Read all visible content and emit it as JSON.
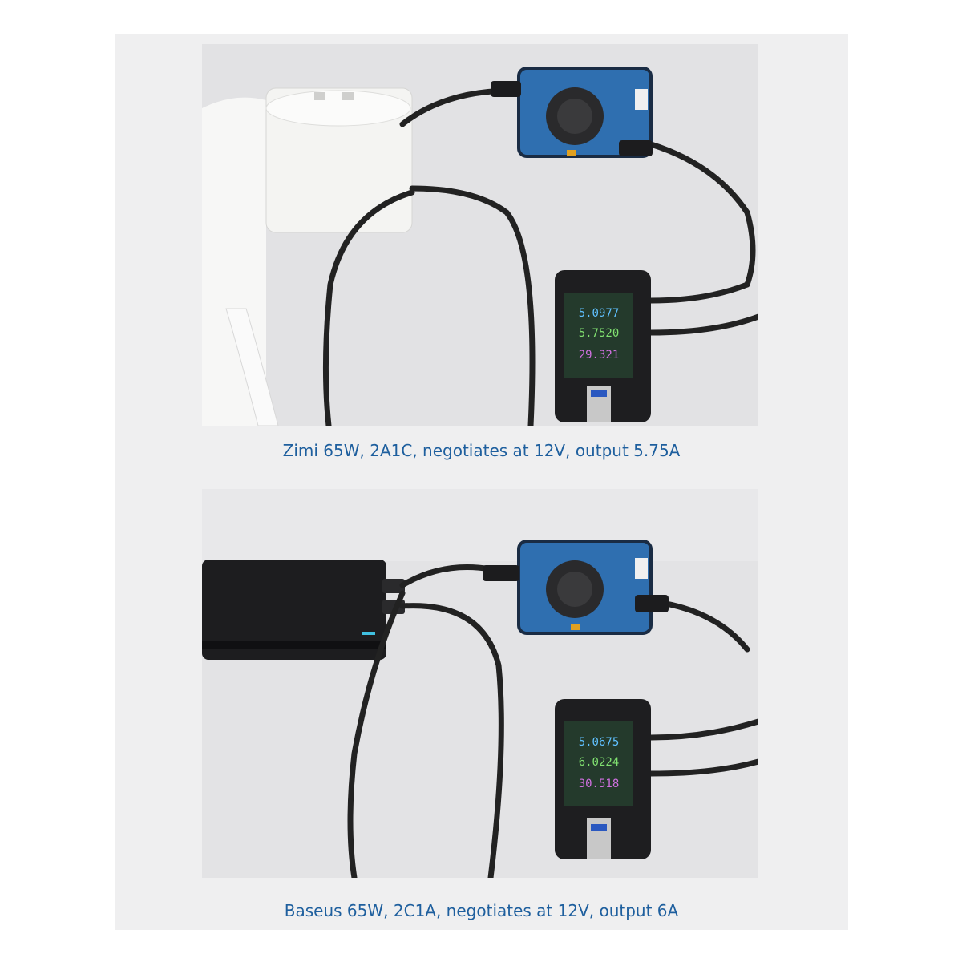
{
  "photos": [
    {
      "caption": "Zimi 65W, 2A1C, negotiates at 12V, output 5.75A",
      "charger": "white-charger",
      "meter_readings": [
        "5.0977",
        "5.7520",
        "29.321"
      ],
      "colors": {
        "charger": "#f2f2f0",
        "board": "#2f6fb0",
        "meter": "#1e1e20"
      }
    },
    {
      "caption": "Baseus 65W, 2C1A, negotiates at 12V, output 6A",
      "charger": "black-charger",
      "meter_readings": [
        "5.0675",
        "6.0224",
        "30.518"
      ],
      "colors": {
        "charger": "#1d1d1f",
        "board": "#2f6fb0",
        "meter": "#1e1e20"
      }
    }
  ],
  "colors": {
    "caption": "#1e5f9e",
    "panel": "#efeff0",
    "photo_bg": "#e4e4e6"
  }
}
